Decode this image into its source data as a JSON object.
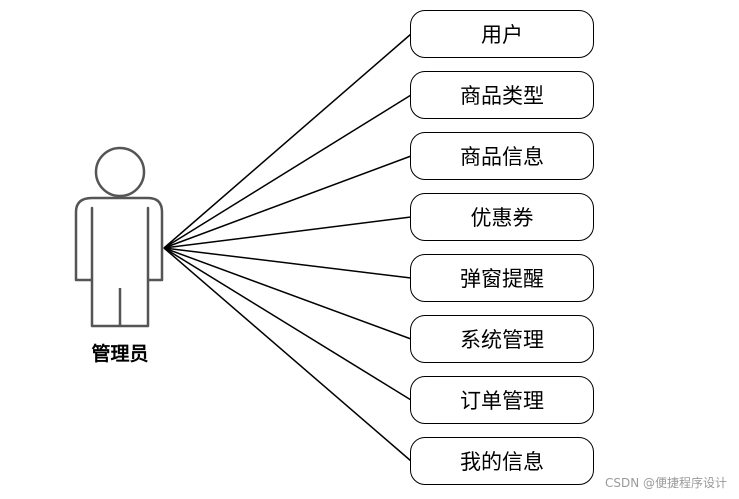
{
  "actor": {
    "label": "管理员",
    "outline_color": "#555555"
  },
  "use_cases": [
    {
      "label": "用户"
    },
    {
      "label": "商品类型"
    },
    {
      "label": "商品信息"
    },
    {
      "label": "优惠券"
    },
    {
      "label": "弹窗提醒"
    },
    {
      "label": "系统管理"
    },
    {
      "label": "订单管理"
    },
    {
      "label": "我的信息"
    }
  ],
  "watermark": "CSDN @便捷程序设计"
}
